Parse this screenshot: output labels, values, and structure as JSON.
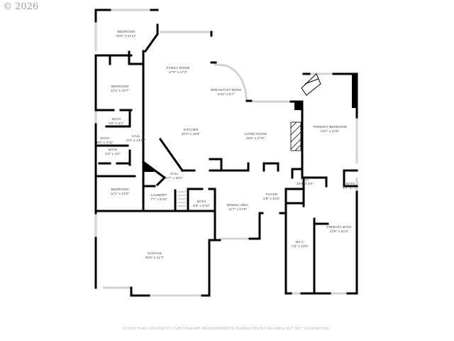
{
  "copyright": "© 2026",
  "footer": "FLOOR PLAN CREATED BY CUBICASA APP. MEASUREMENTS DEEMED HIGHLY RELIABLE BUT NOT GUARANTEED.",
  "rooms": [
    {
      "name": "Bedroom",
      "dims": "15'8\" x 11'11\""
    },
    {
      "name": "Family Room",
      "dims": "17'9\" x 17'2\""
    },
    {
      "name": "Breakfast Nook",
      "dims": "8'10\" x 9'7\""
    },
    {
      "name": "Bedroom",
      "dims": "12'1\" x 13'7\""
    },
    {
      "name": "Bath",
      "dims": "5'8\" x 4'2\""
    },
    {
      "name": "Hall",
      "dims": "3'9\" x 13'10\""
    },
    {
      "name": "Bath",
      "dims": "8'5\" x 4'11\""
    },
    {
      "name": "Bath",
      "dims": "8'3\" x 4'5\""
    },
    {
      "name": "Kitchen",
      "dims": "20'3\" x 18'6\""
    },
    {
      "name": "Living Room",
      "dims": "18'8\" x 17'8\""
    },
    {
      "name": "Primary Bedroom",
      "dims": "14'1\" x 24'8\""
    },
    {
      "name": "Hall",
      "dims": "4'7\" x 18'0\""
    },
    {
      "name": "Bedroom",
      "dims": "12'1\" x 12'0\""
    },
    {
      "name": "Laundry",
      "dims": "7'7\" x 8'10\""
    },
    {
      "name": "Bath",
      "dims": "6'6\" x 5'10\""
    },
    {
      "name": "Dining Area",
      "dims": "11'7\" x 17'6\""
    },
    {
      "name": "Foyer",
      "dims": "6'8\" x 12'5\""
    },
    {
      "name": "Hall",
      "dims": "10'8\" x 4'0\""
    },
    {
      "name": "Bath",
      "dims": "5'1\" x 7'7\""
    },
    {
      "name": "W.I.C.",
      "dims": "7'2\" x 13'9\""
    },
    {
      "name": "Primary Bath",
      "dims": "13'9\" x 22'4\""
    },
    {
      "name": "Garage",
      "dims": "30'8\" x 21'7\""
    }
  ],
  "colors": {
    "wall": "#000000",
    "window": "#d6d6d6",
    "label": "#444444",
    "footer": "#b4b4b4"
  }
}
